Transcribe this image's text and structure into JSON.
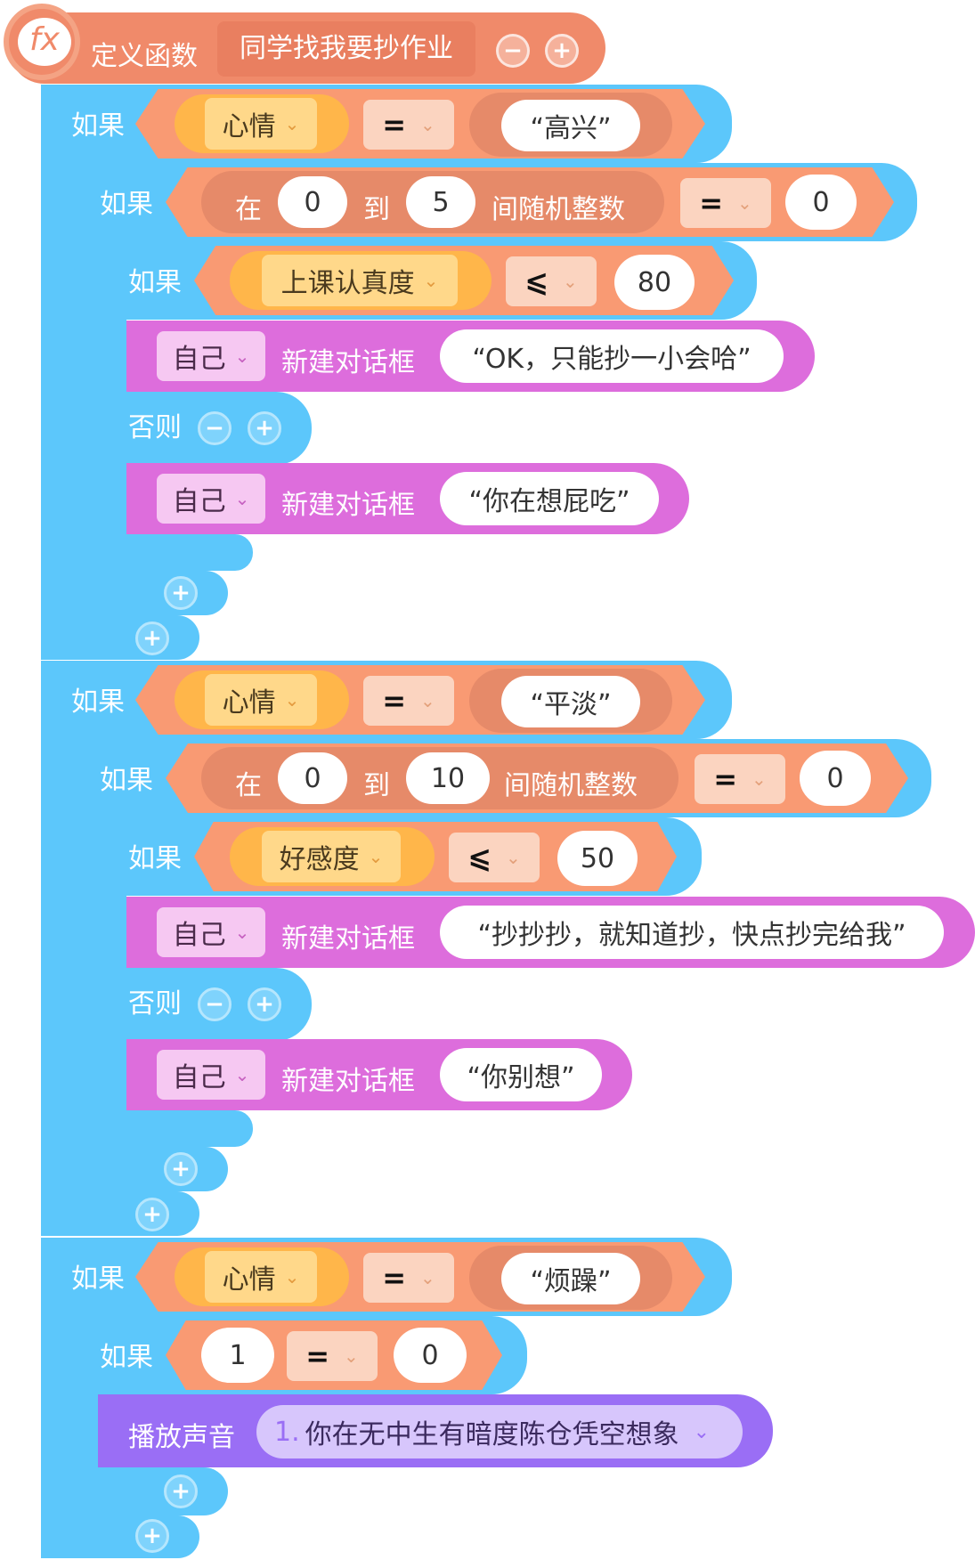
{
  "func": {
    "label": "定义函数",
    "name": "同学找我要抄作业",
    "minus": "−",
    "plus": "+"
  },
  "icons": {
    "fx": "fx"
  },
  "kw": {
    "if": "如果",
    "else": "否则",
    "self": "自己",
    "new_dialog": "新建对话框",
    "in": "在",
    "to": "到",
    "random": "间随机整数",
    "play_sound": "播放声音"
  },
  "ops": {
    "eq": "=",
    "le": "⩽"
  },
  "branch1": {
    "var": "心情",
    "val": "“高兴”",
    "rand_from": "0",
    "rand_to": "5",
    "rand_cmp": "0",
    "var2": "上课认真度",
    "num2": "80",
    "say_true": "“OK，只能抄一小会哈”",
    "say_false": "“你在想屁吃”"
  },
  "branch2": {
    "var": "心情",
    "val": "“平淡”",
    "rand_from": "0",
    "rand_to": "10",
    "rand_cmp": "0",
    "var2": "好感度",
    "num2": "50",
    "say_true": "“抄抄抄，就知道抄，快点抄完给我”",
    "say_false": "“你别想”"
  },
  "branch3": {
    "var": "心情",
    "val": "“烦躁”",
    "left": "1",
    "right": "0",
    "sound_index": "1.",
    "sound_name": "你在无中生有暗度陈仓凭空想象"
  },
  "colors": {
    "control_blue": "#5cc7fb",
    "operator_orange": "#f99a73",
    "looks_magenta": "#dd6ddc",
    "sound_purple": "#9a6ef5",
    "define_orange": "#f08a6a"
  }
}
